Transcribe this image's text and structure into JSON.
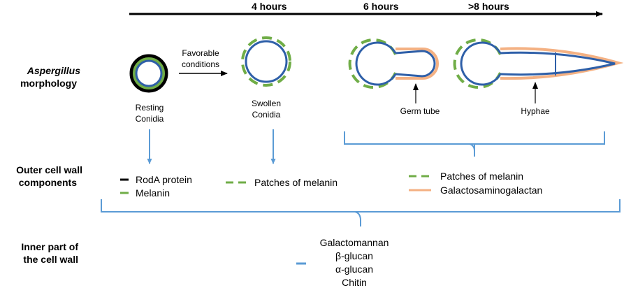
{
  "timeline": {
    "labels": [
      "4 hours",
      "6 hours",
      ">8 hours"
    ]
  },
  "rows": {
    "morphology_species": "Aspergillus",
    "morphology_rest": "morphology",
    "outer_line1": "Outer cell wall",
    "outer_line2": "components",
    "inner_line1": "Inner part of",
    "inner_line2": "the cell wall"
  },
  "stages": {
    "arrow_label_1": "Favorable",
    "arrow_label_2": "conditions",
    "resting_1": "Resting",
    "resting_2": "Conidia",
    "swollen_1": "Swollen",
    "swollen_2": "Conidia",
    "germ_tube": "Germ tube",
    "hyphae": "Hyphae"
  },
  "legend": {
    "rodA": "RodA protein",
    "melanin": "Melanin",
    "patches_1": "Patches of melanin",
    "patches_2": "Patches of melanin",
    "galactosaminogalactan": "Galactosaminogalactan"
  },
  "inner_components": [
    "Galactomannan",
    "β-glucan",
    "α-glucan",
    "Chitin"
  ],
  "colors": {
    "blue": "#2e5fa8",
    "bracket_blue": "#5b9bd5",
    "green": "#70ad47",
    "orange": "#f4b183",
    "black": "#000000"
  }
}
